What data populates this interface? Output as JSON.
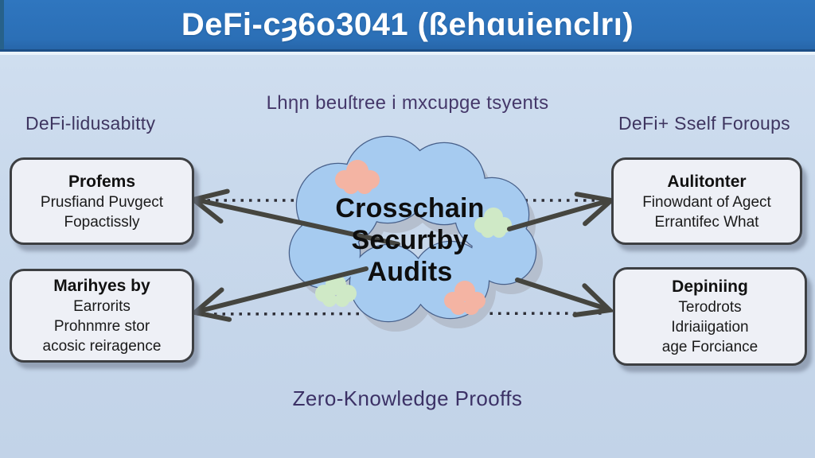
{
  "banner": {
    "title": "DeFi-ϲȝ6o3041 (ßehɑuienclrı)"
  },
  "subtitle": "Lhƞn beuſtree i mxcupge tsyents",
  "labels": {
    "left": "DeFi-lidusabitty",
    "right": "DeFi+ Sself Foroups"
  },
  "center_cloud": {
    "line1": "Crosschain",
    "line2": "Securtby",
    "line3": "Audits"
  },
  "boxes": {
    "top_left": {
      "title": "Profems",
      "lines": [
        "Prusfiand Puvgect",
        "Fopactissly"
      ]
    },
    "bottom_left": {
      "title": "Marihyes by",
      "lines": [
        "Earrorits",
        "Prohnmre stor",
        "acosic reiragence"
      ]
    },
    "top_right": {
      "title": "Aulitonter",
      "lines": [
        "Finowdant of Agect",
        "Errantifec What"
      ]
    },
    "bottom_right": {
      "title": "Depiniing",
      "lines": [
        "Terodrots",
        "Idriaiigation",
        "age Forciance"
      ]
    }
  },
  "footer": "Zero-Knowledge Prooffs",
  "colors": {
    "banner_bg": "#2b6fb6",
    "banner_text": "#ffffff",
    "banner_edge_line": "#1c4e86",
    "page_bg": "#c9d9ec",
    "heading_text": "#45386a",
    "box_bg": "#eef0f6",
    "box_border": "#3d3f42",
    "cloud_fill": "#a6cbf0",
    "cloud_outline": "#48608a",
    "cloud_shadow": "#b5bfce",
    "mini_cloud_salmon": "#f4b4a3",
    "mini_cloud_green": "#cfe9c6",
    "arrow": "#45453f",
    "dotted_line": "#2e2e36"
  }
}
